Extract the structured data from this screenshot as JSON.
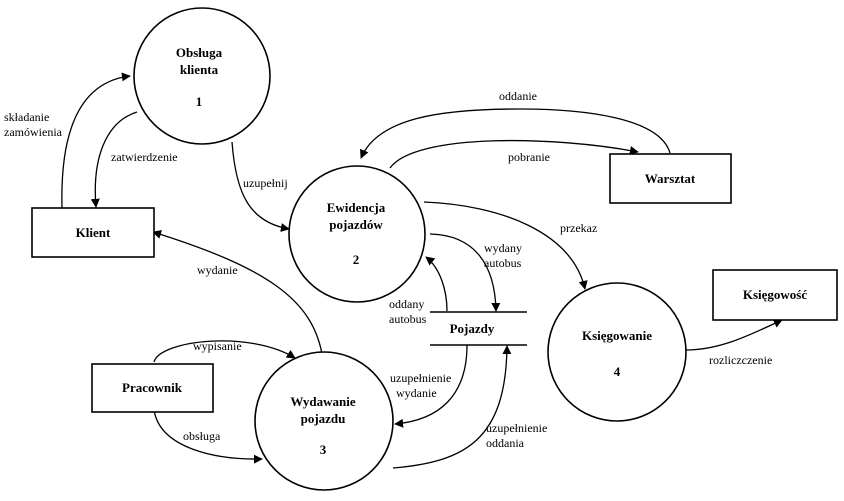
{
  "processes": {
    "p1": {
      "line1": "Obsługa",
      "line2": "klienta",
      "number": "1"
    },
    "p2": {
      "line1": "Ewidencja",
      "line2": "pojazdów",
      "number": "2"
    },
    "p3": {
      "line1": "Wydawanie",
      "line2": "pojazdu",
      "number": "3"
    },
    "p4": {
      "line1": "Księgowanie",
      "number": "4"
    }
  },
  "entities": {
    "klient": "Klient",
    "warsztat": "Warsztat",
    "ksiegowosc": "Księgowość",
    "pracownik": "Pracownik"
  },
  "store": {
    "pojazdy": "Pojazdy"
  },
  "flows": {
    "skladanie_l1": "składanie",
    "skladanie_l2": "zamówienia",
    "zatwierdzenie": "zatwierdzenie",
    "uzupelnij": "uzupełnij",
    "oddanie": "oddanie",
    "pobranie": "pobranie",
    "przekaz": "przekaz",
    "wydany_l1": "wydany",
    "wydany_l2": "autobus",
    "oddany_l1": "oddany",
    "oddany_l2": "autobus",
    "wydanie": "wydanie",
    "wypisanie": "wypisanie",
    "obsluga": "obsługa",
    "uzup_wydanie_l1": "uzupełnienie",
    "uzup_wydanie_l2": "wydanie",
    "uzup_oddania_l1": "uzupełnienie",
    "uzup_oddania_l2": "oddania",
    "rozliczczenie": "rozliczczenie"
  }
}
